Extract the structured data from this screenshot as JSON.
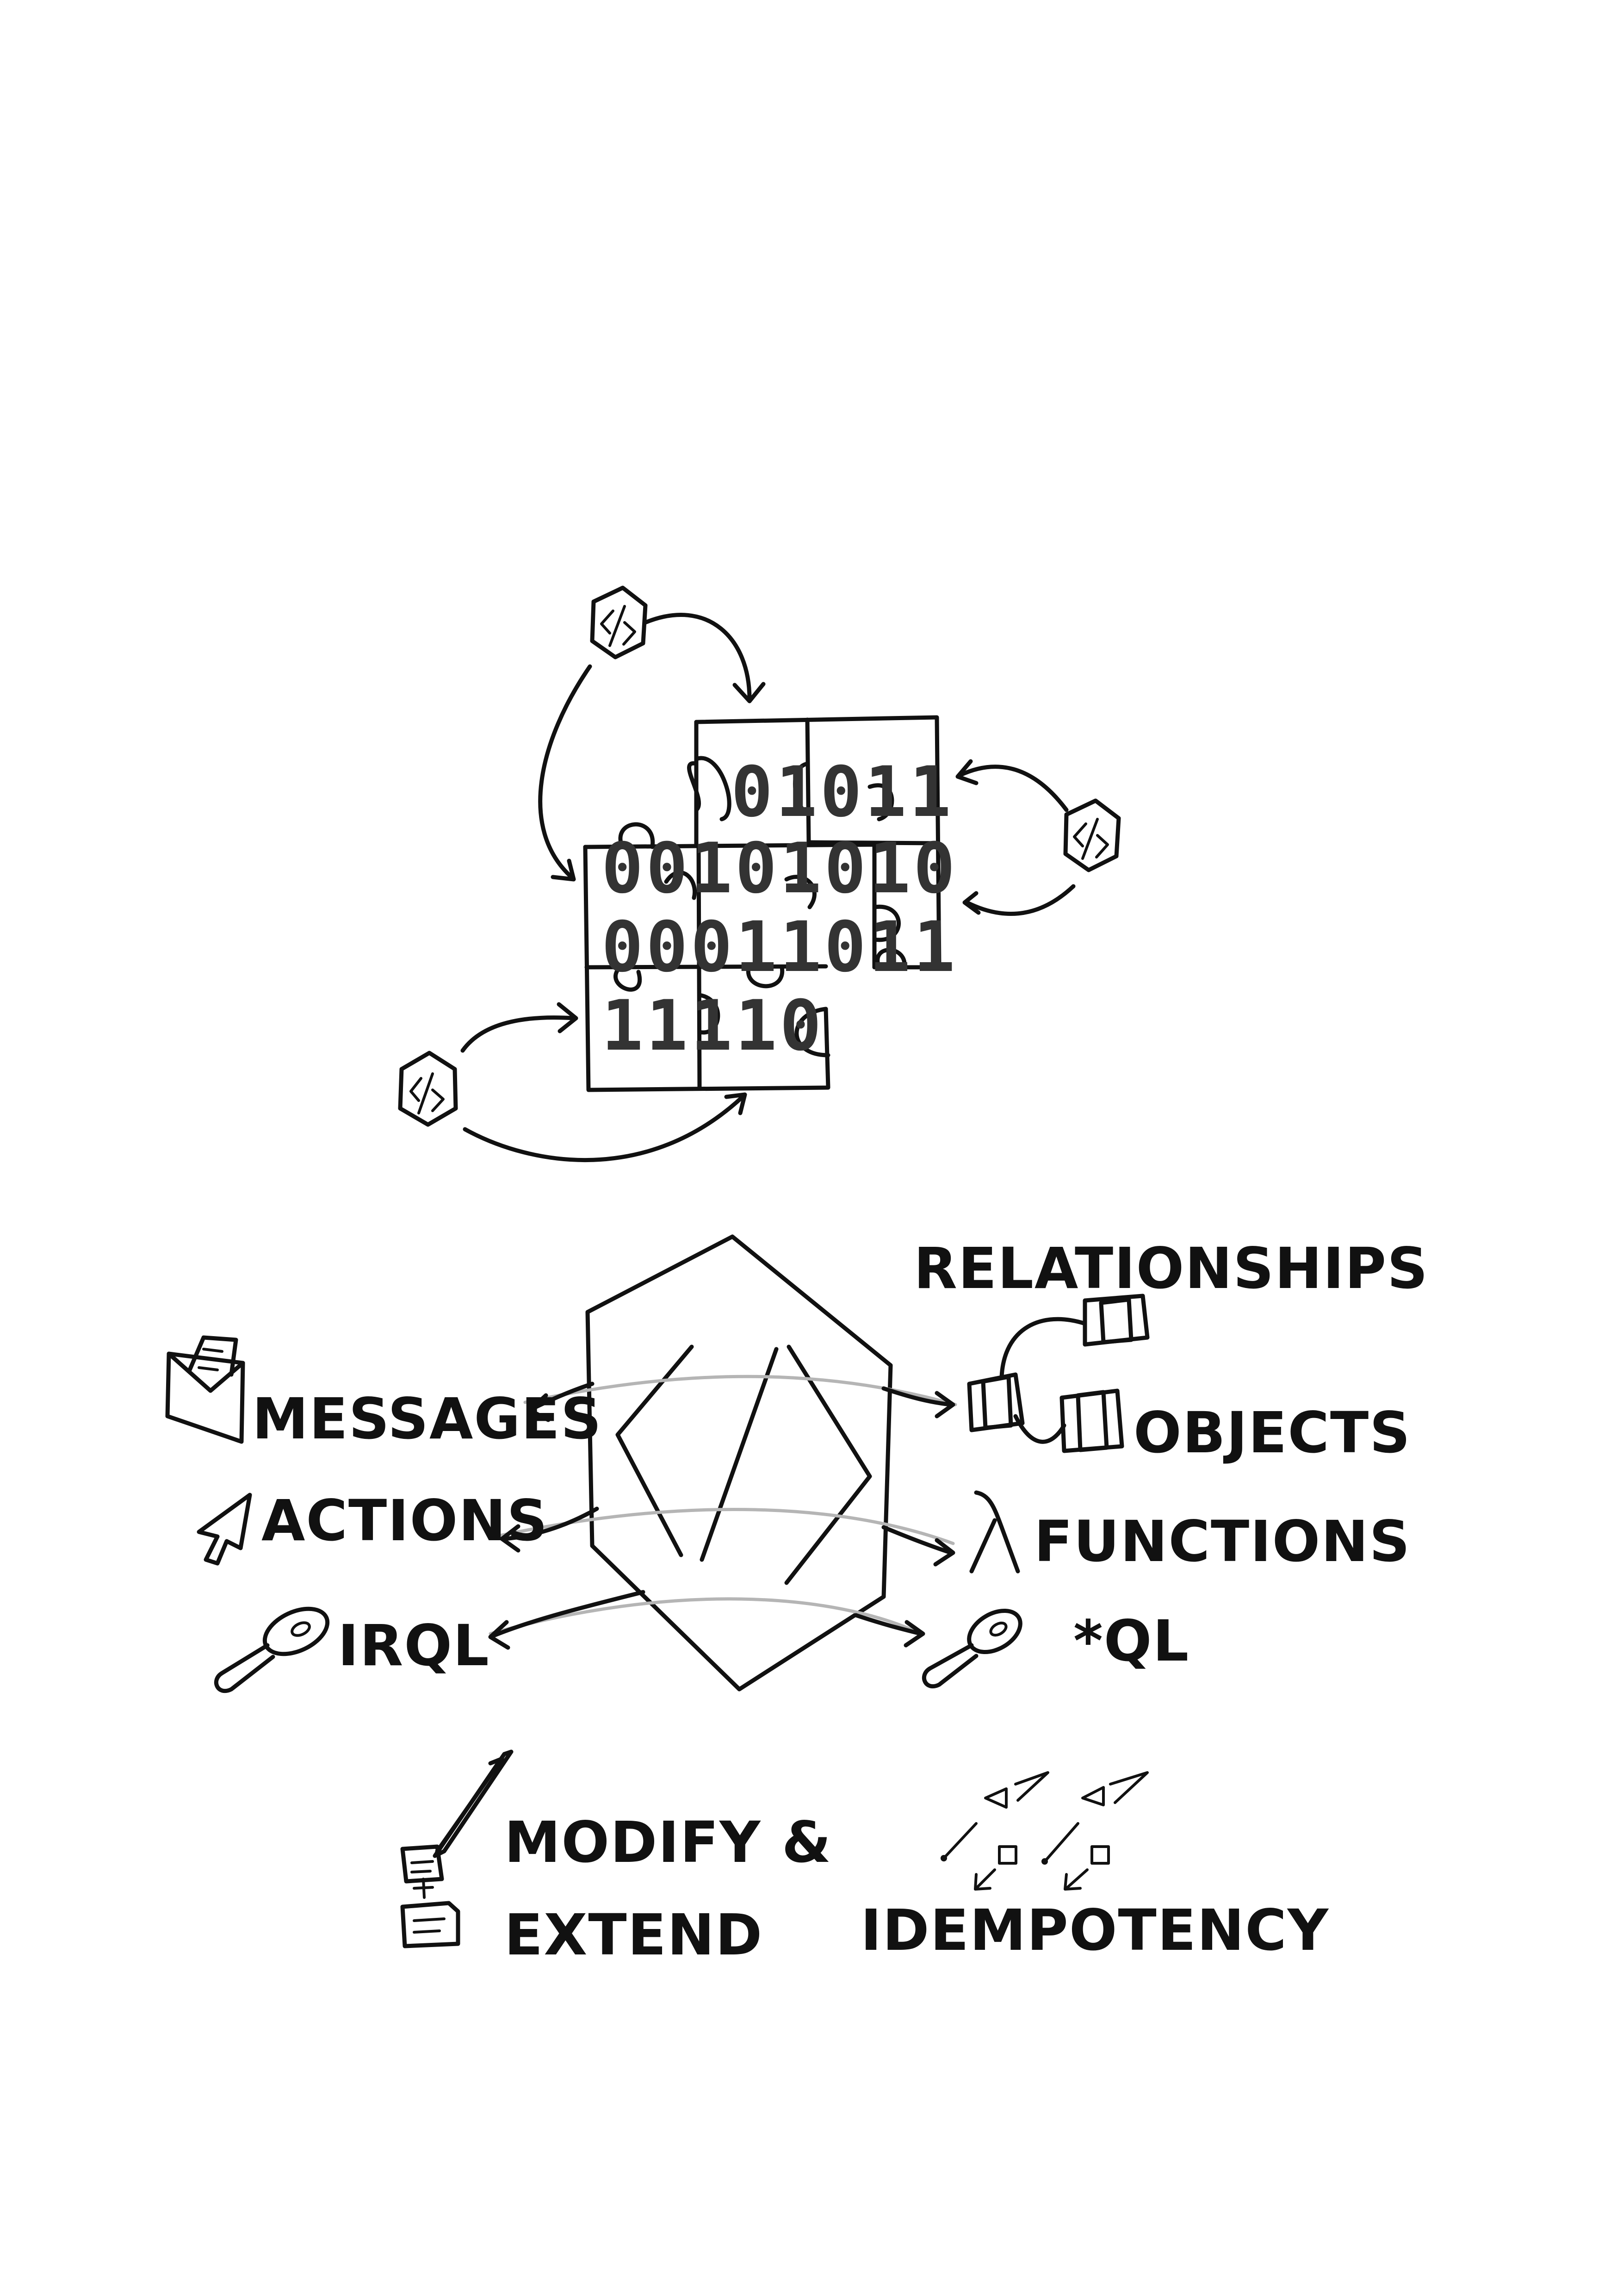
{
  "puzzle": {
    "bit_rows": [
      "01011",
      "00101010",
      "00011011",
      "11110"
    ]
  },
  "labels": {
    "relationships": "RELATIONSHIPS",
    "messages": "MESSAGES",
    "objects": "OBJECTS",
    "actions": "ACTIONS",
    "functions": "FUNCTIONS",
    "irql": "IRQL",
    "star_ql": "*QL",
    "modify_line1": "MODIFY &",
    "modify_line2": "EXTEND",
    "idempotency": "IDEMPOTENCY"
  },
  "icons": {
    "hex_small": "code-hexagon-icon",
    "hex_large": "code-hexagon-icon",
    "envelope": "envelope-icon",
    "cursor": "cursor-arrow-icon",
    "magnifier": "magnifier-icon",
    "lambda": "lambda-icon",
    "cubes": "cube-icon",
    "pen": "pen-icon",
    "flow": "flow-arrows-icon"
  },
  "colors": {
    "ink": "#111111",
    "bits": "#333333",
    "gray_line": "#b5b5b5"
  }
}
